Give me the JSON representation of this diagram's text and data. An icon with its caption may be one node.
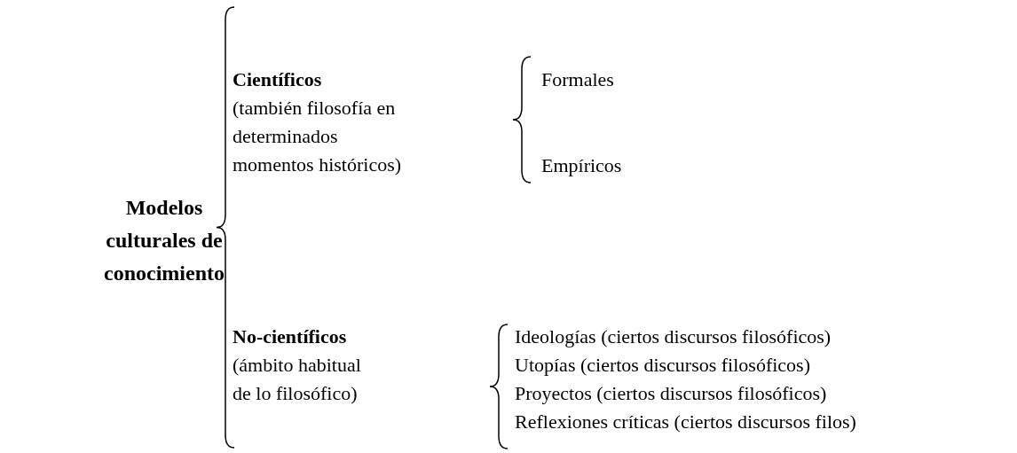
{
  "diagram": {
    "labels": [
      "Modelos culturales de conocimiento",
      "Científicos",
      "(también filosofía en determinados momentos históricos)",
      "Formales",
      "Empíricos",
      "No-científicos",
      "(ámbito habitual de lo filosófico)",
      "Ideologías (ciertos discursos filosóficos)",
      "Utopías (ciertos discursos filosóficos)",
      "Proyectos (ciertos discursos filosóficos)",
      "Reflexiones críticas (ciertos discursos filos)"
    ]
  }
}
